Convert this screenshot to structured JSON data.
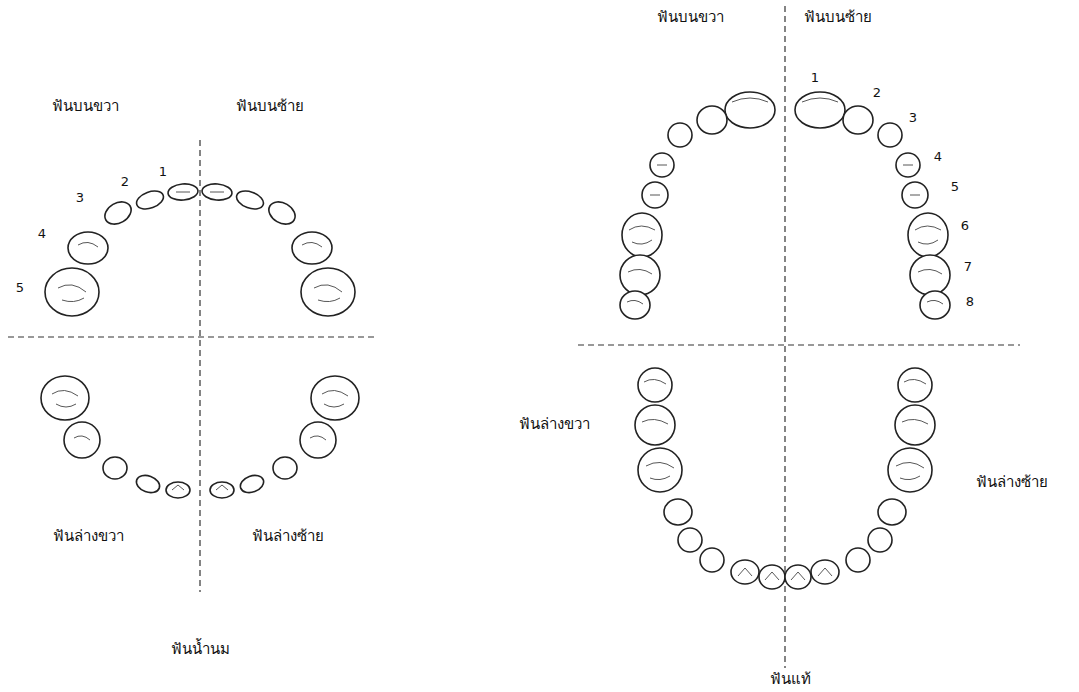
{
  "diagram": {
    "labels": [
      "ฟันบนขวา",
      "ฟันบนซ้าย",
      "1",
      "2",
      "3",
      "4",
      "5",
      "ฟันล่างขวา",
      "ฟันล่างซ้าย",
      "ฟันน้ำนม",
      "ฟันบนขวา",
      "ฟันบนซ้าย",
      "1",
      "2",
      "3",
      "4",
      "5",
      "6",
      "7",
      "8",
      "ฟันล่างขวา",
      "ฟันล่างซ้าย",
      "ฟันแท้"
    ]
  }
}
